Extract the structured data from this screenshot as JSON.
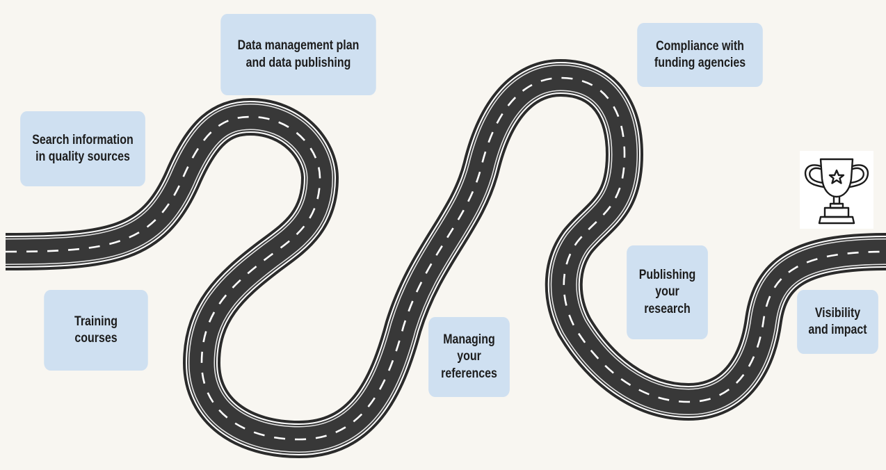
{
  "diagram": {
    "stages": [
      {
        "id": "search",
        "label": "Search information\nin quality sources"
      },
      {
        "id": "training",
        "label": "Training\ncourses"
      },
      {
        "id": "dmp",
        "label": "Data management plan\nand data publishing"
      },
      {
        "id": "references",
        "label": "Managing\nyour\nreferences"
      },
      {
        "id": "compliance",
        "label": "Compliance with\nfunding agencies"
      },
      {
        "id": "publishing",
        "label": "Publishing\nyour\nresearch"
      },
      {
        "id": "visibility",
        "label": "Visibility\nand impact"
      }
    ],
    "goal_icon": "trophy-star-icon",
    "colors": {
      "background": "#f8f6f1",
      "box": "#cfe0f1",
      "road": "#3a3a3a",
      "road_edge": "#ffffff",
      "center_dash": "#ffffff"
    }
  }
}
